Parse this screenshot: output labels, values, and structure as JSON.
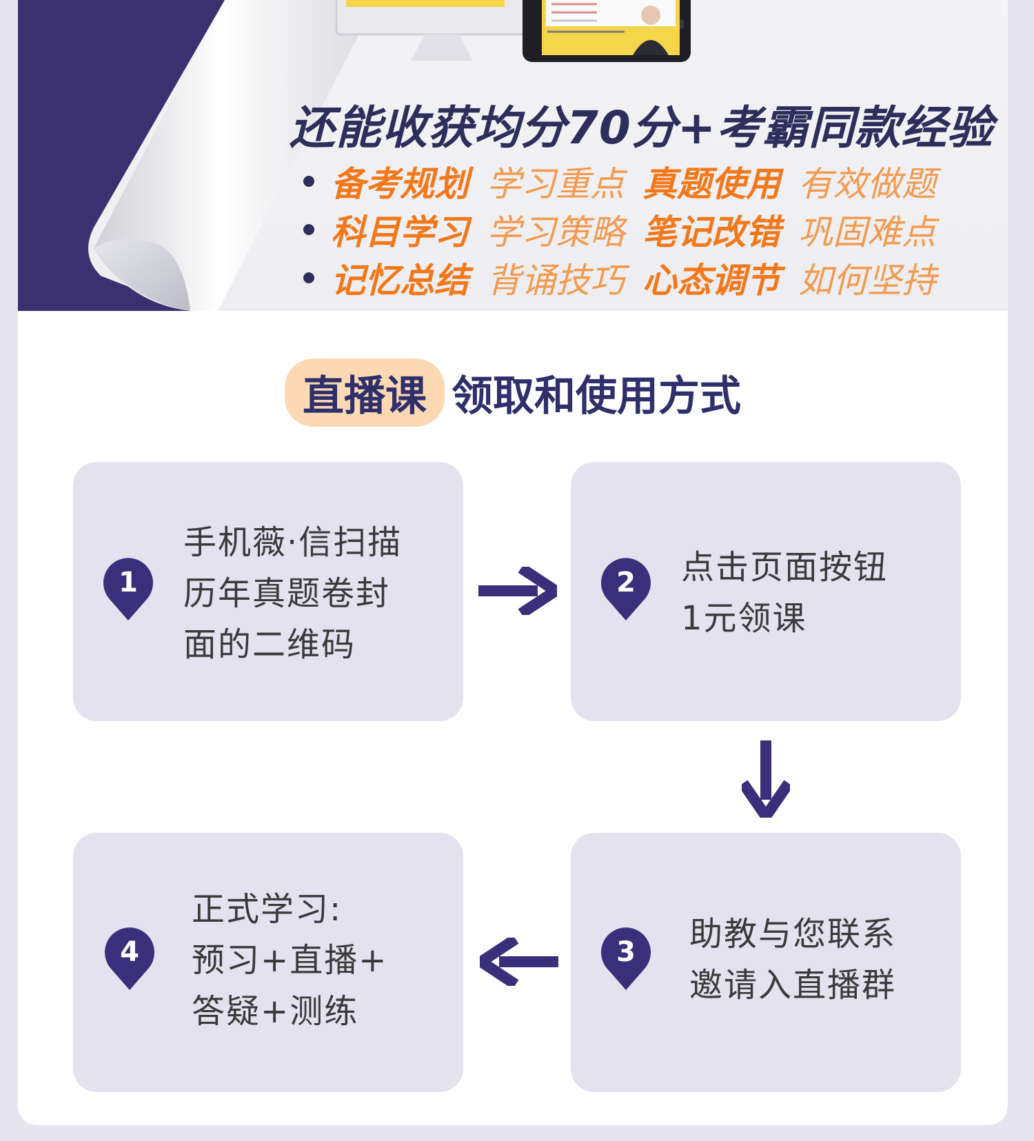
{
  "banner": {
    "headline": "还能收获均分70分+考霸同款经验",
    "rows": [
      {
        "k1": "备考规划",
        "d1": "学习重点",
        "k2": "真题使用",
        "d2": "有效做题"
      },
      {
        "k1": "科目学习",
        "d1": "学习策略",
        "k2": "笔记改错",
        "d2": "巩固难点"
      },
      {
        "k1": "记忆总结",
        "d1": "背诵技巧",
        "k2": "心态调节",
        "d2": "如何坚持"
      }
    ]
  },
  "section": {
    "highlight": "直播课",
    "title": "领取和使用方式"
  },
  "steps": [
    {
      "num": "1",
      "lines": [
        "手机薇·信扫描",
        "历年真题卷封",
        "面的二维码"
      ]
    },
    {
      "num": "2",
      "lines": [
        "点击页面按钮",
        "1元领课"
      ]
    },
    {
      "num": "3",
      "lines": [
        "助教与您联系",
        "邀请入直播群"
      ]
    },
    {
      "num": "4",
      "lines": [
        "正式学习:",
        "预习+直播+",
        "答疑+测练"
      ]
    }
  ],
  "colors": {
    "accent_orange": "#f2781a",
    "navy": "#2f2f6b",
    "pin": "#3a2f7a",
    "step_bg": "#e3e2ee",
    "pill_bg": "#fcd9b3"
  }
}
